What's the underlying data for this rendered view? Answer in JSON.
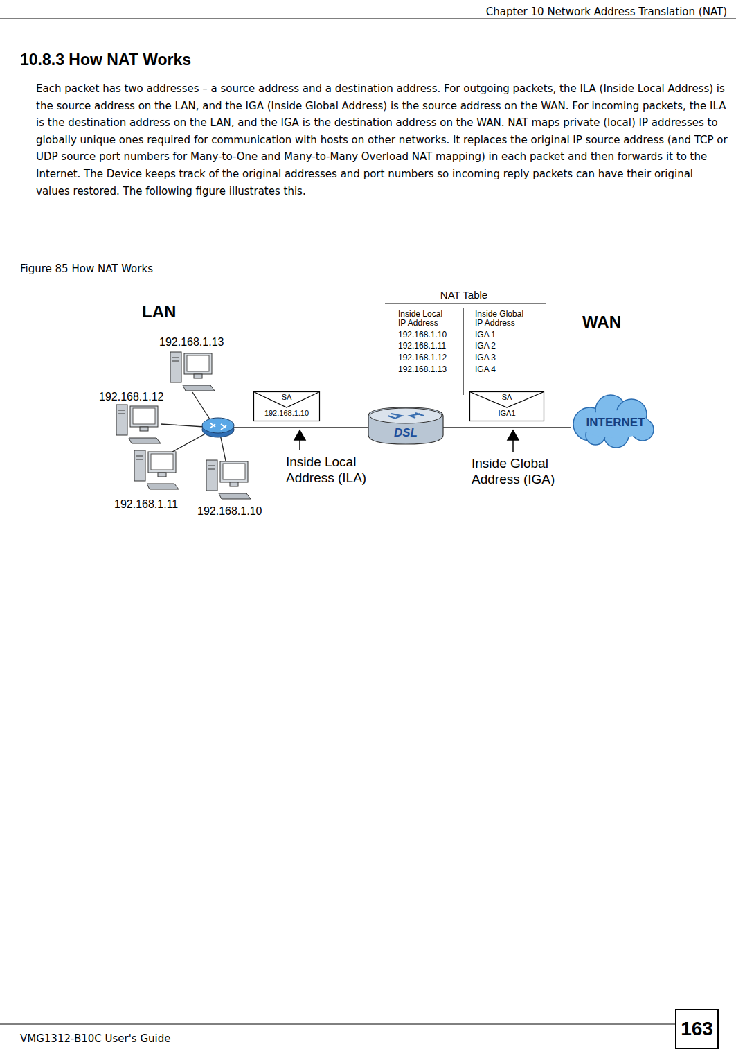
{
  "diagram": {
    "title": "10.8.3 How NAT Works",
    "caption": "Figure 85 How NAT Works",
    "nodes": [
      {
        "text": [
          "SA",
          "192.168.1.10"
        ]
      },
      {
        "text": [
          "SA",
          "IGA1"
        ]
      },
      {
        "text": [
          "163"
        ]
      }
    ],
    "labels": [
      "Chapter 10 Network Address Translation (NAT)",
      "Each packet has two addresses – a source address and a destination address. For outgoing packets, the ILA (Inside Local Address) is the source address on the LAN, and the IGA (Inside Global Address) is the source address on the WAN. For incoming packets, the ILA is the destination address on the LAN, and the IGA is the destination address on the WAN. NAT maps private (local) IP addresses to globally unique ones required for communication with hosts on other networks. It replaces the original IP source address (and TCP or UDP source port numbers for Many-to-One and Many-to-Many Overload NAT mapping) in each packet and then forwards it to the Internet. The Device keeps track of the original addresses and port numbers so incoming reply packets can have their original values restored. The following figure illustrates this.",
      "NAT Table",
      "LAN",
      "WAN",
      "Inside Local IP Address",
      "Inside Global IP Address",
      "192.168.1.10",
      "192.168.1.11",
      "192.168.1.12",
      "192.168.1.13",
      "IGA 1",
      "IGA 2",
      "IGA 3",
      "IGA 4",
      "192.168.1.13",
      "192.168.1.12",
      "Inside Local Address (ILA)",
      "Inside Global Address (IGA)",
      "192.168.1.11",
      "192.168.1.10",
      "DSL",
      "INTERNET",
      "VMG1312-B10C User's Guide"
    ]
  }
}
